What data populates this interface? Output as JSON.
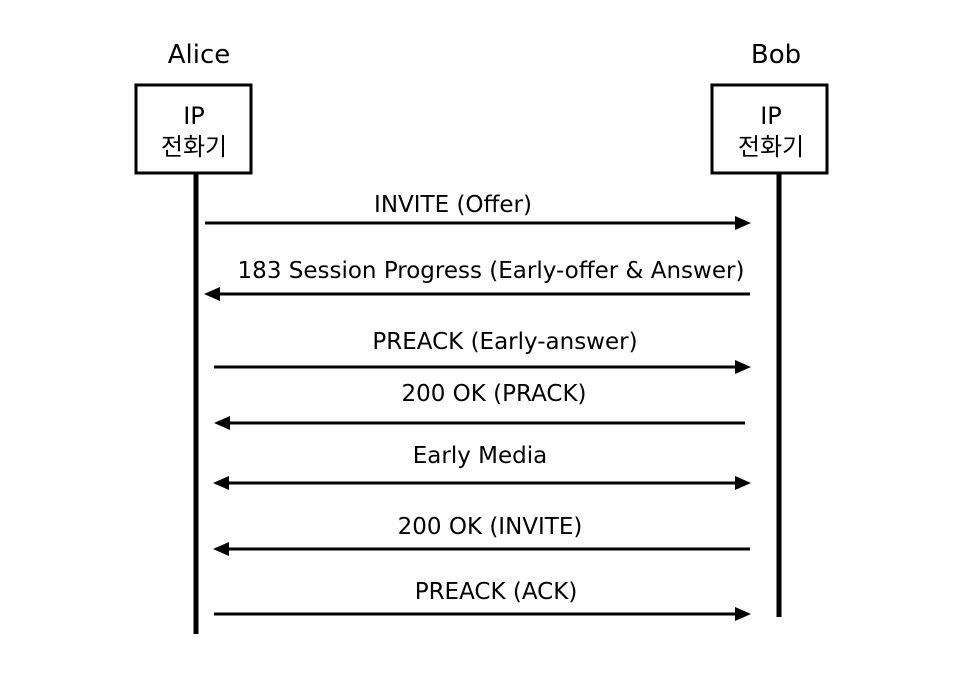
{
  "participants": [
    {
      "name": "Alice",
      "box_lines": [
        "IP",
        "전화기"
      ]
    },
    {
      "name": "Bob",
      "box_lines": [
        "IP",
        "전화기"
      ]
    }
  ],
  "messages": [
    {
      "label": "INVITE (Offer)",
      "from": "Alice",
      "to": "Bob",
      "bidirectional": false
    },
    {
      "label": "183 Session Progress (Early-offer & Answer)",
      "from": "Bob",
      "to": "Alice",
      "bidirectional": false
    },
    {
      "label": "PREACK (Early-answer)",
      "from": "Alice",
      "to": "Bob",
      "bidirectional": false
    },
    {
      "label": "200 OK (PRACK)",
      "from": "Bob",
      "to": "Alice",
      "bidirectional": false
    },
    {
      "label": "Early Media",
      "from": "Alice",
      "to": "Bob",
      "bidirectional": true
    },
    {
      "label": "200 OK (INVITE)",
      "from": "Bob",
      "to": "Alice",
      "bidirectional": false
    },
    {
      "label": "PREACK (ACK)",
      "from": "Alice",
      "to": "Bob",
      "bidirectional": false
    }
  ],
  "colors": {
    "line": "#000000",
    "background": "#ffffff"
  }
}
